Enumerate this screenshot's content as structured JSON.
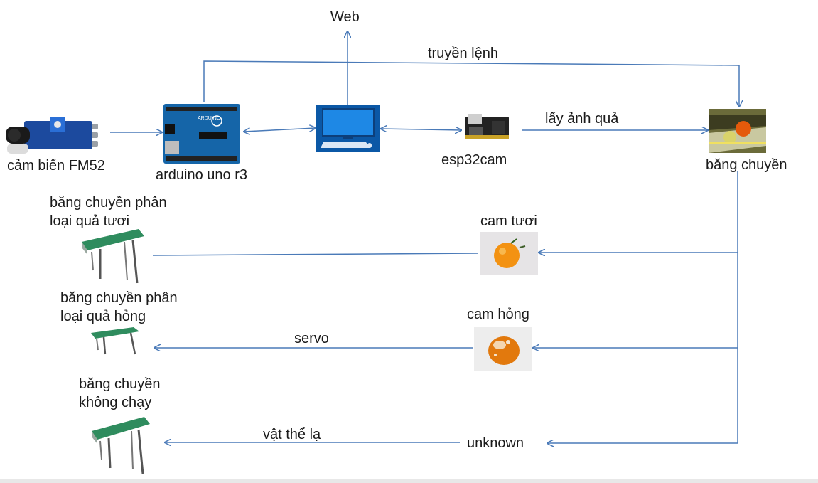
{
  "nodes": {
    "web": "Web",
    "sensor": "cảm biến FM52",
    "arduino": "arduino uno r3",
    "esp32cam": "esp32cam",
    "conveyor": "băng chuyền",
    "fresh_belt_line1": "băng chuyền phân",
    "fresh_belt_line2": "loại quả tươi",
    "rotten_belt_line1": "băng chuyền phân",
    "rotten_belt_line2": "loại quả hỏng",
    "idle_belt_line1": "băng chuyền",
    "idle_belt_line2": "không chạy",
    "fresh_orange": "cam tươi",
    "rotten_orange": "cam hỏng",
    "unknown": "unknown"
  },
  "edges": {
    "command": "truyền lệnh",
    "capture": "lấy ảnh quả",
    "servo": "servo",
    "foreign": "vật thể lạ"
  },
  "colors": {
    "arrow": "#4a7ab8",
    "monitor": "#1976d2",
    "arduino_board": "#1565a8",
    "belt": "#2f8c5e"
  }
}
